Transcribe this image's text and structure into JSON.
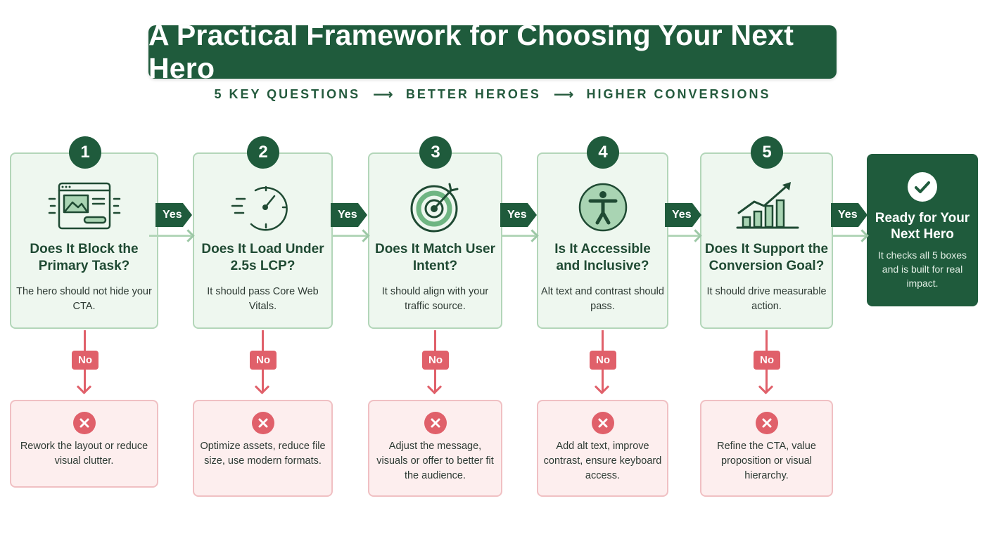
{
  "header": {
    "title": "A Practical Framework for Choosing Your Next Hero",
    "subtitle_parts": [
      "5 KEY QUESTIONS",
      "BETTER HEROES",
      "HIGHER CONVERSIONS"
    ],
    "subtitle_arrow": "⟶"
  },
  "colors": {
    "primary": "#1f5b3c",
    "card_bg": "#eef7ef",
    "card_border": "#b3d6b9",
    "no_red": "#e0606a",
    "fix_bg": "#fdeeee",
    "fix_border": "#f0c0c3"
  },
  "labels": {
    "yes": "Yes",
    "no": "No"
  },
  "steps": [
    {
      "number": "1",
      "icon": "browser-window-icon",
      "question": "Does It Block the Primary Task?",
      "description": "The hero should not hide your CTA.",
      "fix": "Rework the layout or reduce visual clutter."
    },
    {
      "number": "2",
      "icon": "stopwatch-icon",
      "question": "Does It Load Under 2.5s LCP?",
      "description": "It should pass Core Web Vitals.",
      "fix": "Optimize assets, reduce file size, use modern formats."
    },
    {
      "number": "3",
      "icon": "target-icon",
      "question": "Does It Match User Intent?",
      "description": "It should align with your traffic source.",
      "fix": "Adjust the message, visuals or offer to better fit the audience."
    },
    {
      "number": "4",
      "icon": "accessibility-icon",
      "question": "Is It Accessible and Inclusive?",
      "description": "Alt text and contrast should pass.",
      "fix": "Add alt text, improve contrast, ensure keyboard access."
    },
    {
      "number": "5",
      "icon": "growth-chart-icon",
      "question": "Does It Support the Conversion Goal?",
      "description": "It should drive measurable action.",
      "fix": "Refine the CTA, value proposition or visual hierarchy."
    }
  ],
  "final": {
    "icon": "check-circle-icon",
    "title": "Ready for Your Next Hero",
    "description": "It checks all 5 boxes and is built for real impact."
  }
}
